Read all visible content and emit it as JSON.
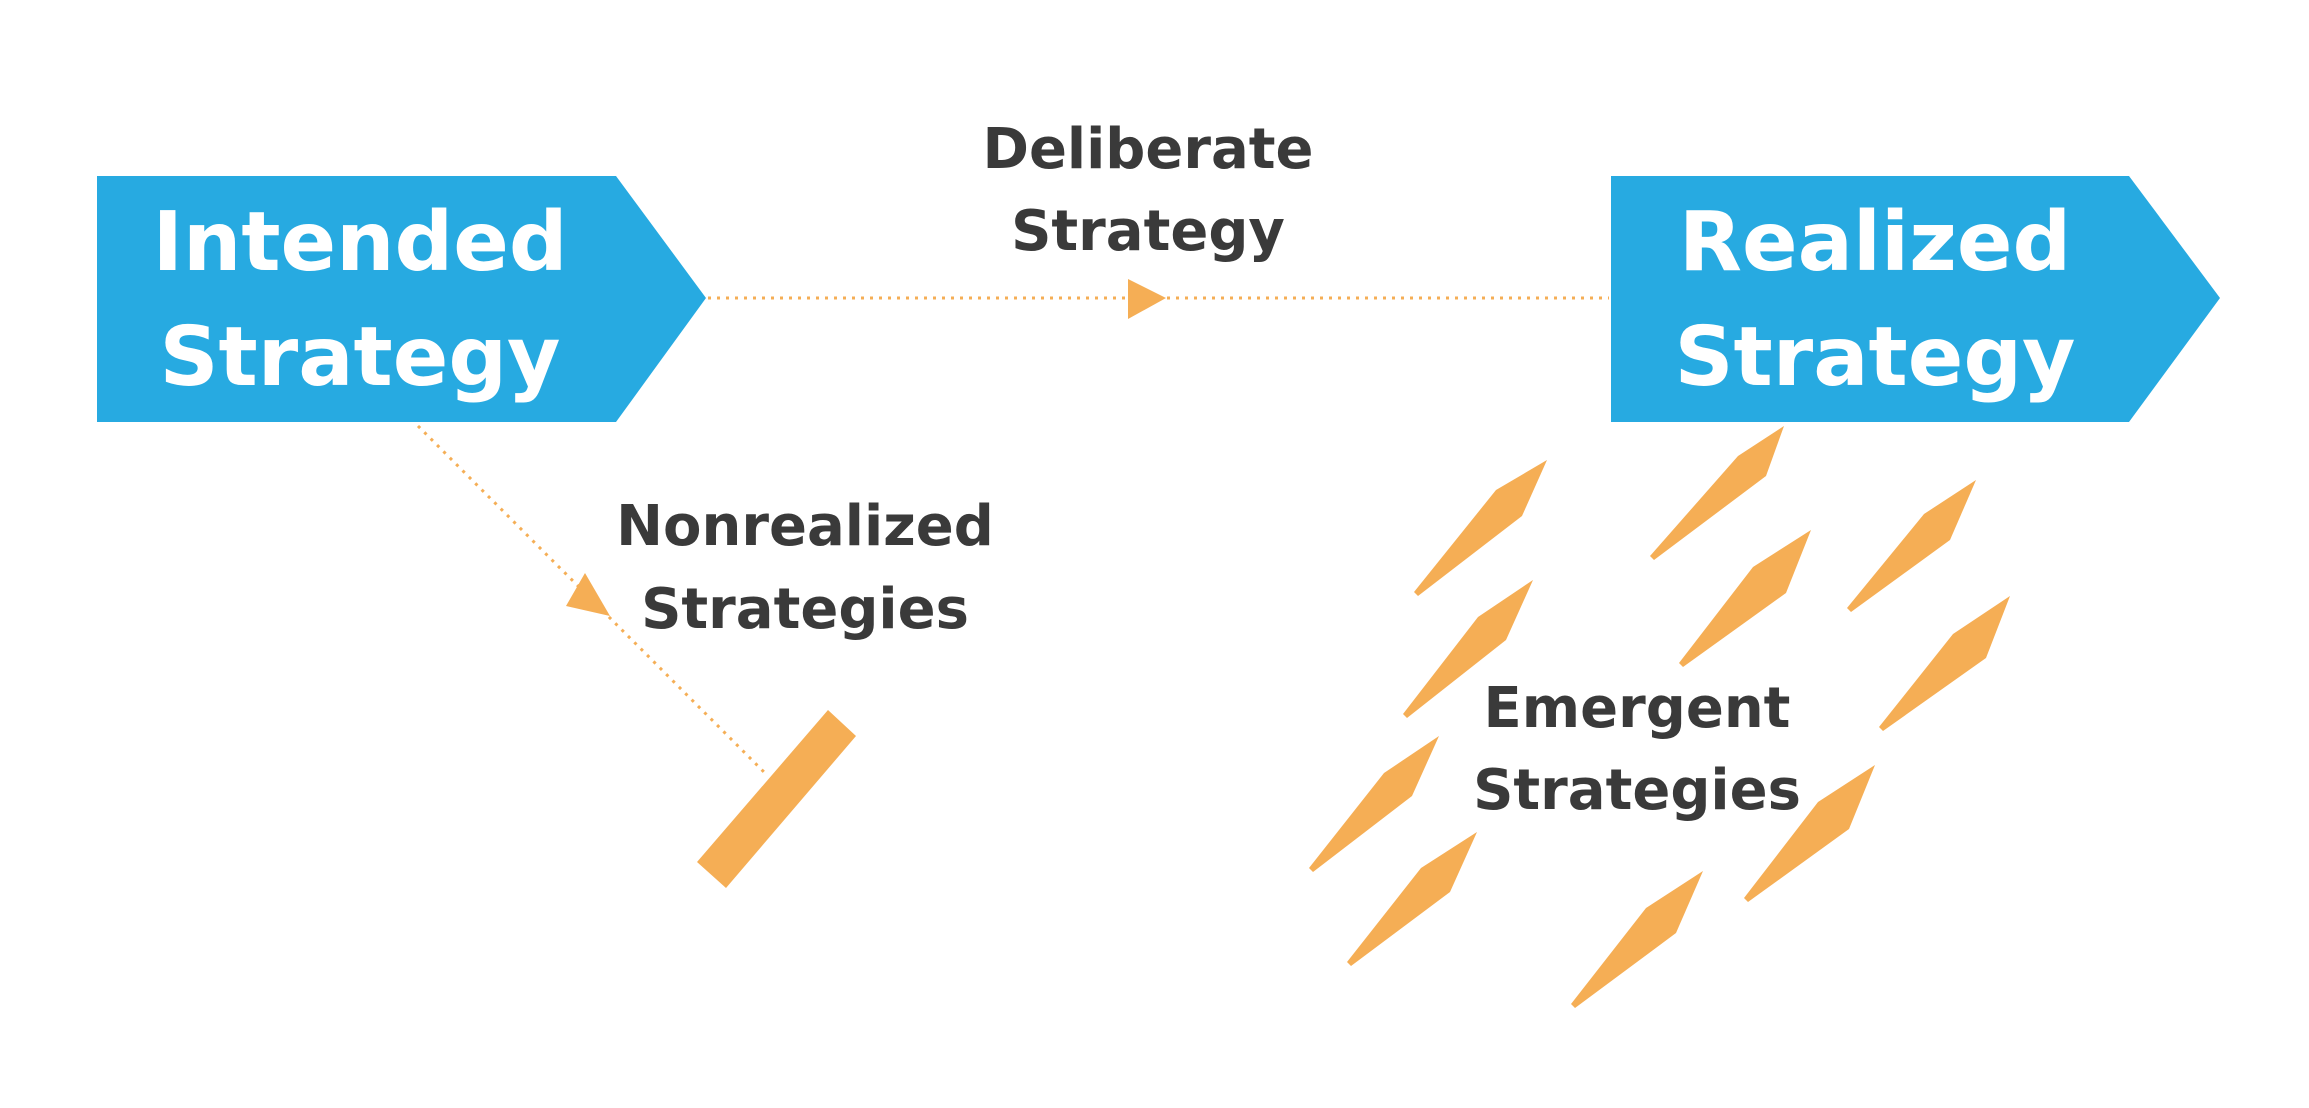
{
  "colors": {
    "box_fill": "#27aae1",
    "box_text": "#ffffff",
    "accent": "#f5ae55",
    "caption_text": "#3a3a3a",
    "background": "#ffffff"
  },
  "intended": {
    "line1": "Intended",
    "line2": "Strategy"
  },
  "realized": {
    "line1": "Realized",
    "line2": "Strategy"
  },
  "deliberate": {
    "line1": "Deliberate",
    "line2": "Strategy"
  },
  "nonrealized": {
    "line1": "Nonrealized",
    "line2": "Strategies"
  },
  "emergent": {
    "line1": "Emergent",
    "line2": "Strategies"
  }
}
